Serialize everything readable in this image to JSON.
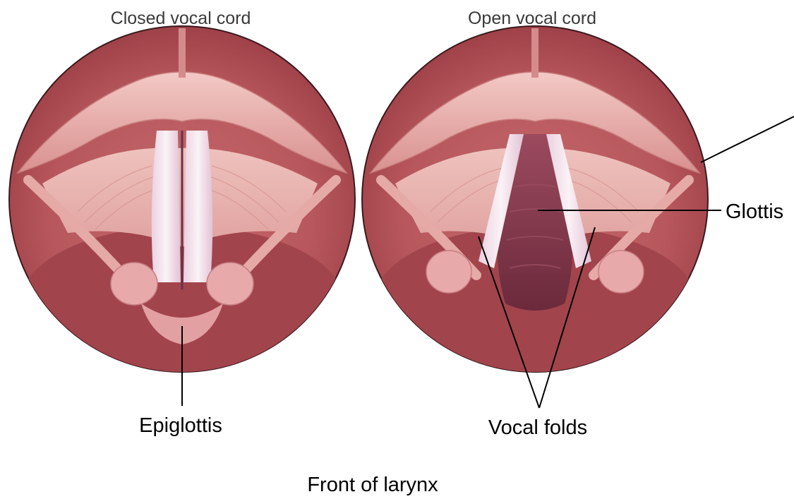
{
  "panels": {
    "left_title": "Closed vocal cord",
    "right_title": "Open vocal cord"
  },
  "labels": {
    "epiglottis": "Epiglottis",
    "glottis": "Glottis",
    "vocal_folds": "Vocal folds",
    "caption": "Front of larynx"
  },
  "colors": {
    "rim": "#b5525a",
    "tissue": "#e6a6a4",
    "fold_white": "#f4e6ee",
    "cavity": "#7d3448",
    "line": "#000000"
  }
}
